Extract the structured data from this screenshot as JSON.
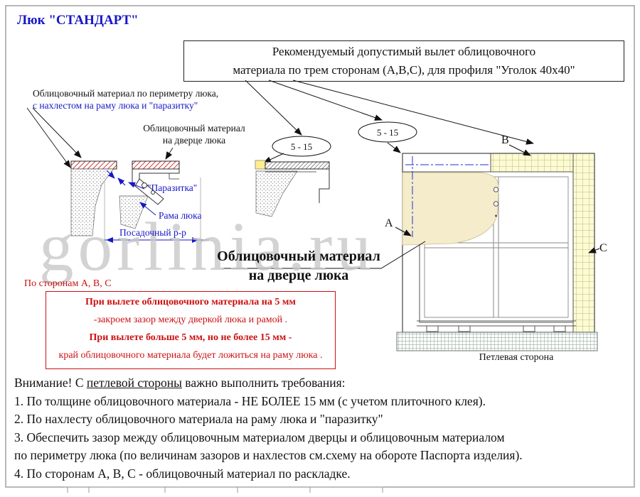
{
  "title": "Люк \"СТАНДАРТ\"",
  "watermark": "gorlinia.ru",
  "note_box": {
    "line1": "Рекомендуемый допустимый вылет облицовочного",
    "line2": "материала по трем сторонам (А,В,С), для профиля \"Уголок 40х40\""
  },
  "labels": {
    "perimeter_line1": "Облицовочный материал по периметру люка,",
    "perimeter_line2": "с нахлестом на раму люка и \"паразитку\"",
    "door_small_line1": "Облицовочный материал",
    "door_small_line2": "на дверце люка",
    "dim_left": "5 - 15",
    "dim_right": "5 - 15",
    "parazitka": "\"Паразитка\"",
    "rama": "Рама люка",
    "posadochny": "Посадочный р-р",
    "door_big_line1": "Облицовочный материал",
    "door_big_line2": "на дверце люка",
    "side_a": "А",
    "side_b": "В",
    "side_c": "С",
    "hinge_side": "Петлевая сторона"
  },
  "red_note": {
    "heading": "По сторонам А, В, С",
    "lines": [
      "При вылете облицовочного материала  на 5 мм",
      "-закроем зазор между дверкой люка и рамой .",
      "При вылете больше 5 мм, но не более 15 мм -",
      "край облицовочного материала будет ложиться на раму люка ."
    ]
  },
  "requirements": {
    "intro_prefix": "Внимание! С ",
    "intro_underlined": "петлевой стороны",
    "intro_suffix": " важно выполнить требования:",
    "items": [
      "1. По толщине облицовочного материала - НЕ БОЛЕЕ 15 мм (с учетом плиточного клея).",
      "2. По нахлесту облицовочного материала на раму люка и \"паразитку\"",
      "3. Обеспечить зазор между облицовочным материалом дверцы и облицовочным материалом",
      " по периметру люка (по величинам зазоров и нахлестов см.схему на обороте Паспорта изделия).",
      "4. По сторонам А, В, С - облицовочный материал по раскладке."
    ]
  },
  "colors": {
    "accent_blue": "#1717c8",
    "accent_red": "#cc1111",
    "tile_yellow": "#fdfbd2",
    "blob_cream": "#f4eccb",
    "watermark_gray": "#c9c9c9"
  }
}
